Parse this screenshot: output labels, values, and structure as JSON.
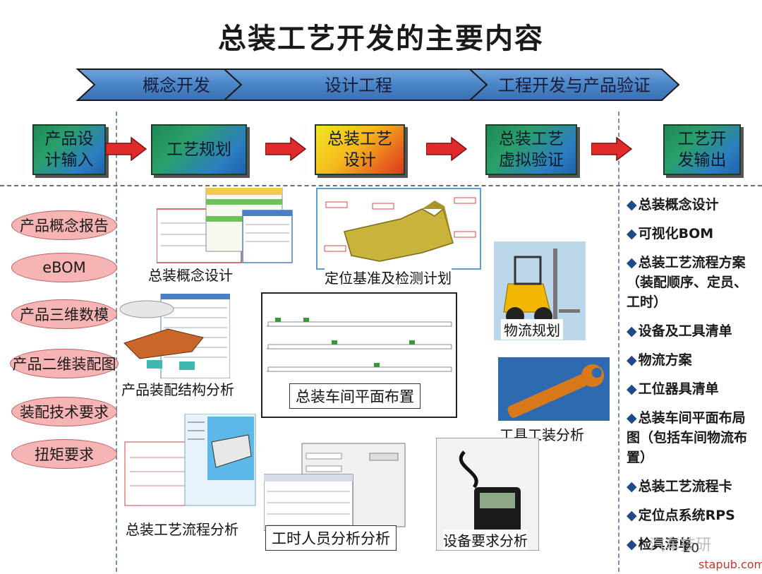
{
  "title": "总装工艺开发的主要内容",
  "phases": [
    "概念开发",
    "设计工程",
    "工程开发与产品验证"
  ],
  "process_steps": [
    "产品设\n计输入",
    "工艺规划",
    "总装工艺\n设计",
    "总装工艺\n虚拟验证",
    "工艺开\n发输出"
  ],
  "inputs": [
    "产品概念报告",
    "eBOM",
    "产品三维数模",
    "产品二维装配图",
    "装配技术要求",
    "扭矩要求"
  ],
  "center_items": {
    "concept": "总装概念设计",
    "locating": "定位基准及检测计划",
    "logistics": "物流规划",
    "assembly_structure": "产品装配结构分析",
    "layout": "总装车间平面布置",
    "tooling": "工具工装分析",
    "process_flow": "总装工艺流程分析",
    "labor": "工时人员分析分析",
    "equipment": "设备要求分析"
  },
  "outputs": [
    "总装概念设计",
    "可视化BOM",
    "总装工艺流程方案（装配顺序、定员、工时）",
    "设备及工具清单",
    "物流方案",
    "工位器具清单",
    "总装车间平面布局图（包括车间物流布置）",
    "总装工艺流程卡",
    "定位点系统RPS",
    "检具清单"
  ],
  "watermark": {
    "brand": "汽车技研",
    "page_no": "20",
    "site": "stapub.com"
  },
  "colors": {
    "banner": "#4a86c8",
    "process_cool": "#2aa06a",
    "process_hot": "#f5b81d",
    "arrow": "#e02b2b",
    "input_ellipse": "#f7b4b4",
    "bullet": "#1f4a8a"
  }
}
